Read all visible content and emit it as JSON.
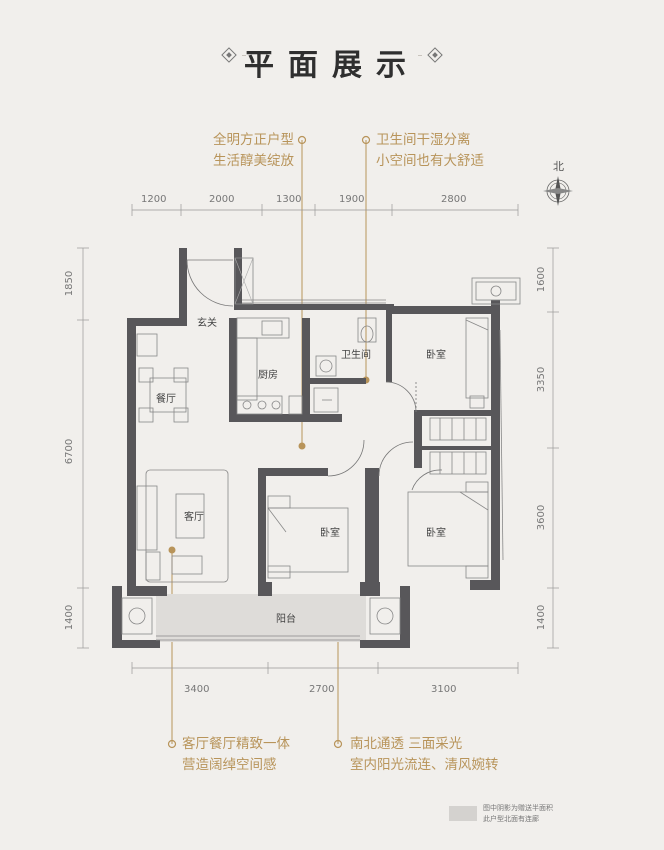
{
  "title": "平面展示",
  "north": "北",
  "callouts": {
    "top_left": {
      "line1": "全明方正户型",
      "line2": "生活醇美绽放"
    },
    "top_right": {
      "line1": "卫生间干湿分离",
      "line2": "小空间也有大舒适"
    },
    "bottom_left": {
      "line1": "客厅餐厅精致一体",
      "line2": "营造阔绰空间感"
    },
    "bottom_right": {
      "line1": "南北通透  三面采光",
      "line2": "室内阳光流连、清风婉转"
    }
  },
  "dims": {
    "top": [
      "1200",
      "2000",
      "1300",
      "1900",
      "2800"
    ],
    "bottom": [
      "3400",
      "2700",
      "3100"
    ],
    "left": [
      "1850",
      "6700",
      "1400"
    ],
    "right": [
      "1600",
      "3350",
      "3600",
      "1400"
    ]
  },
  "rooms": {
    "entry": "玄关",
    "kitchen": "厨房",
    "bathroom": "卫生间",
    "bedroom_ne": "卧室",
    "dining": "餐厅",
    "living": "客厅",
    "bedroom_mid": "卧室",
    "bedroom_se": "卧室",
    "balcony": "阳台"
  },
  "legend": {
    "line1": "图中阴影为赠送半面积",
    "line2": "此户型北面有连廊"
  },
  "colors": {
    "wall": "#58575a",
    "accent": "#b8945a",
    "background": "#f1efec"
  }
}
